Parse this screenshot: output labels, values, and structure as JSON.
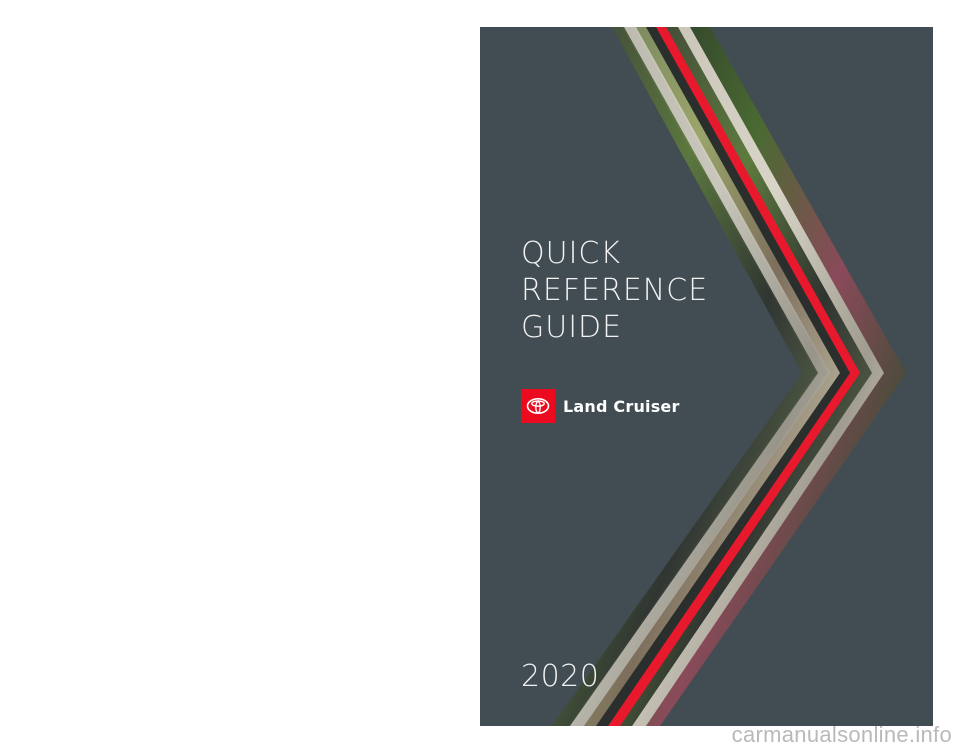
{
  "cover": {
    "title_lines": [
      "QUICK",
      "REFERENCE",
      "GUIDE"
    ],
    "model_name": "Land Cruiser",
    "year": "2020",
    "logo_icon": "toyota-emblem-icon",
    "colors": {
      "background": "#414d52",
      "brand_red": "#eb0a1e",
      "text": "#f2f2f2"
    }
  },
  "watermark": "carmanualsonline.info"
}
